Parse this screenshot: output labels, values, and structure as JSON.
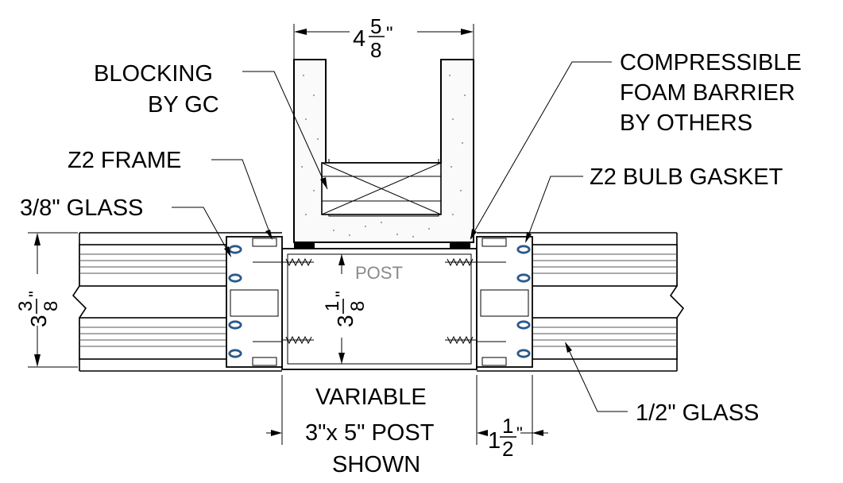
{
  "labels": {
    "blocking": [
      "BLOCKING",
      "BY GC"
    ],
    "foam": [
      "COMPRESSIBLE",
      "FOAM BARRIER",
      "BY OTHERS"
    ],
    "z2_frame": "Z2 FRAME",
    "glass_38": "3/8\" GLASS",
    "z2_bulb_gasket": "Z2 BULB GASKET",
    "glass_12": "1/2\" GLASS",
    "post": "POST",
    "variable": [
      "VARIABLE",
      "3\"x 5\" POST",
      "SHOWN"
    ]
  },
  "dimensions": {
    "top_width": {
      "whole": "4",
      "num": "5",
      "den": "8",
      "unit": "\""
    },
    "left_depth": {
      "whole": "3",
      "num": "3",
      "den": "8",
      "unit": "\""
    },
    "post_depth": {
      "whole": "3",
      "num": "1",
      "den": "8",
      "unit": "\""
    },
    "right_width": {
      "whole": "1",
      "num": "1",
      "den": "2",
      "unit": "\""
    }
  },
  "colors": {
    "line": "#000000",
    "gasket": "#2a5a8c",
    "gasket_fill": "#9fc4e4",
    "post_label": "#8a8a8a"
  }
}
